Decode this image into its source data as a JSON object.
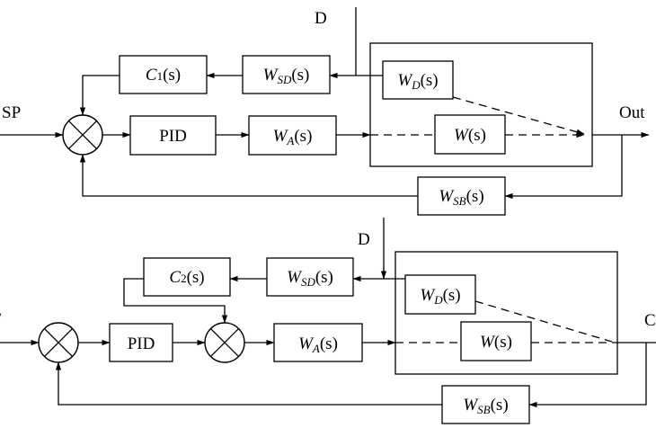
{
  "diagrams": [
    {
      "input_label": "SP",
      "output_label": "Out",
      "disturbance_label": "D",
      "blocks": {
        "c": {
          "name": "C",
          "sub": "1",
          "arg": "(s)"
        },
        "wsd": {
          "name": "W",
          "sub": "SD",
          "arg": "(s)"
        },
        "wd": {
          "name": "W",
          "sub": "D",
          "arg": "(s)"
        },
        "pid": {
          "name": "PID"
        },
        "wa": {
          "name": "W",
          "sub": "A",
          "arg": "(s)"
        },
        "w": {
          "name": "W",
          "arg": "(s)"
        },
        "wsb": {
          "name": "W",
          "sub": "SB",
          "arg": "(s)"
        }
      }
    },
    {
      "input_label": "/",
      "output_label": "C",
      "disturbance_label": "D",
      "blocks": {
        "c": {
          "name": "C",
          "sub": "2",
          "arg": "(s)"
        },
        "wsd": {
          "name": "W",
          "sub": "SD",
          "arg": "(s)"
        },
        "wd": {
          "name": "W",
          "sub": "D",
          "arg": "(s)"
        },
        "pid": {
          "name": "PID"
        },
        "wa": {
          "name": "W",
          "sub": "A",
          "arg": "(s)"
        },
        "w": {
          "name": "W",
          "arg": "(s)"
        },
        "wsb": {
          "name": "W",
          "sub": "SB",
          "arg": "(s)"
        }
      }
    }
  ]
}
